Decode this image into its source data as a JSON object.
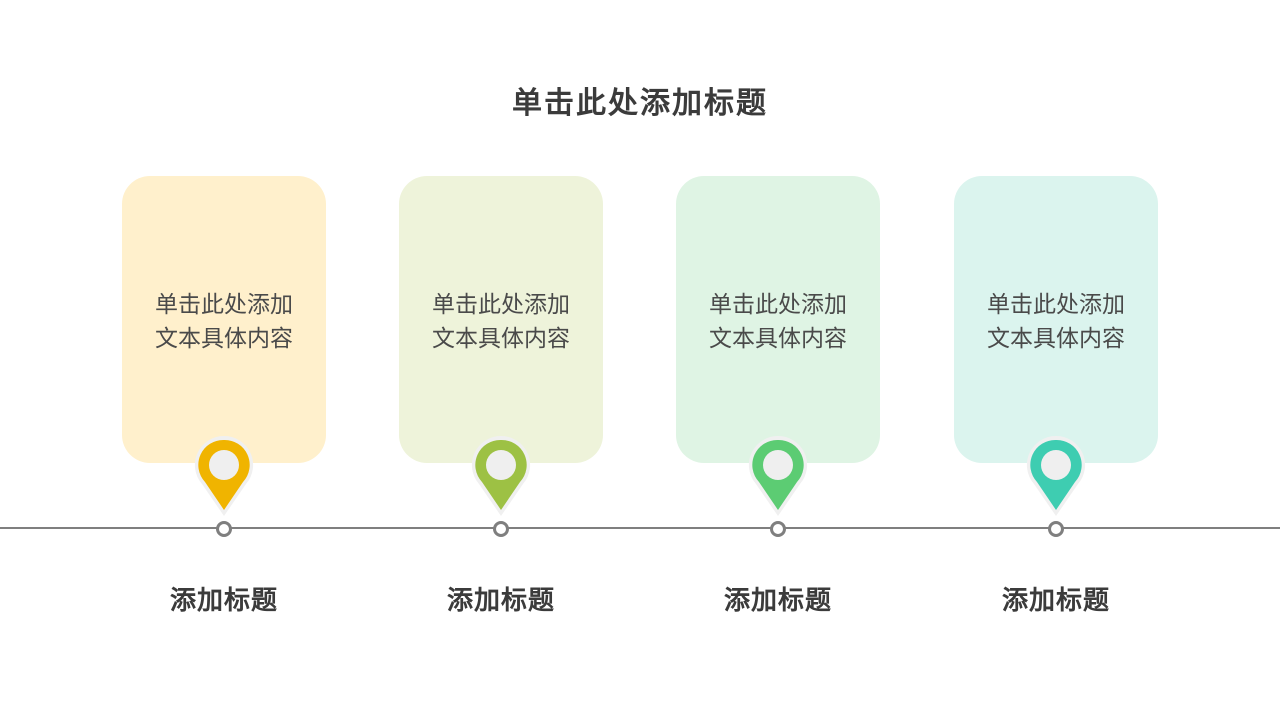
{
  "title": "单击此处添加标题",
  "items": [
    {
      "text_line1": "单击此处添加",
      "text_line2": "文本具体内容",
      "heading": "添加标题",
      "card_color": "#fff0cc",
      "pin_color": "#f0b400"
    },
    {
      "text_line1": "单击此处添加",
      "text_line2": "文本具体内容",
      "heading": "添加标题",
      "card_color": "#eef3da",
      "pin_color": "#9dc144"
    },
    {
      "text_line1": "单击此处添加",
      "text_line2": "文本具体内容",
      "heading": "添加标题",
      "card_color": "#dff4e4",
      "pin_color": "#5ccc73"
    },
    {
      "text_line1": "单击此处添加",
      "text_line2": "文本具体内容",
      "heading": "添加标题",
      "card_color": "#dbf4ee",
      "pin_color": "#3ecdb1"
    }
  ]
}
